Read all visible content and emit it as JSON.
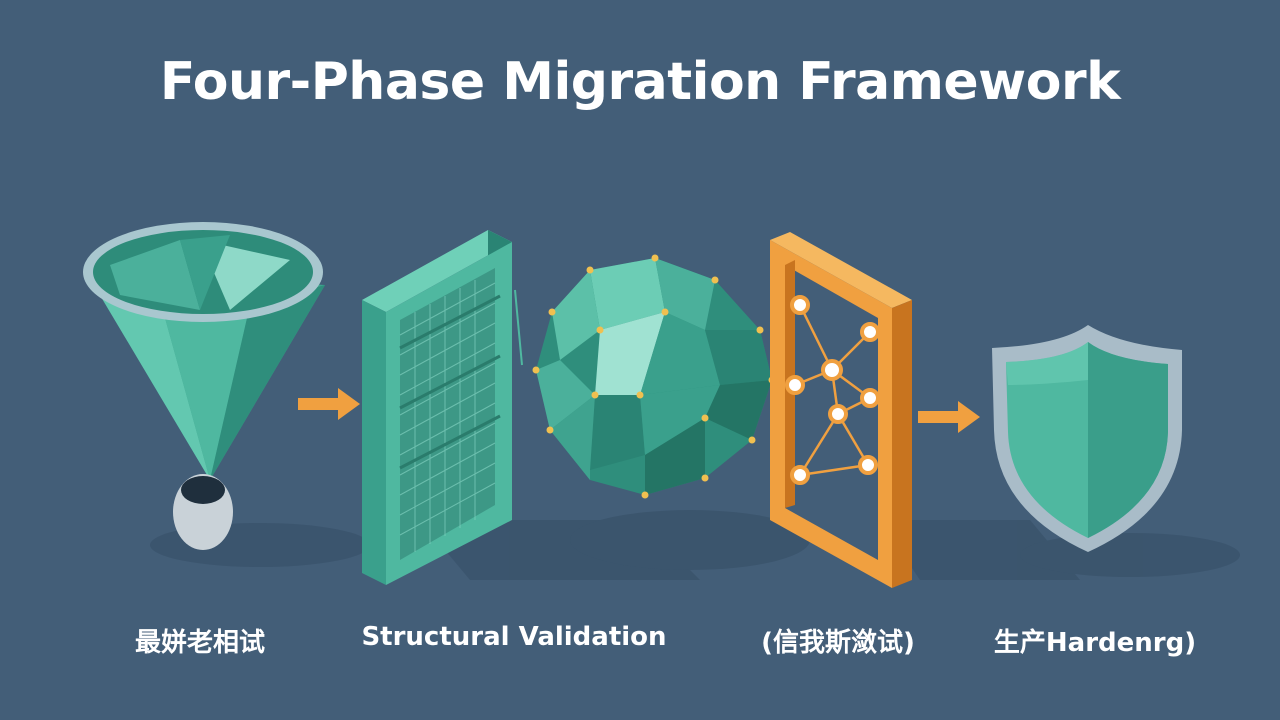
{
  "title": "Four-Phase Migration Framework",
  "phases": [
    {
      "label": "最姘老相试",
      "icon": "funnel-icon"
    },
    {
      "label": "Structural Validation",
      "icon": "mesh-panel-icon"
    },
    {
      "label": "(信我斯潋试)",
      "icon": "network-frame-icon"
    },
    {
      "label": "生产Hardenrg)",
      "icon": "shield-icon"
    }
  ],
  "extra_icon": "polyhedron-icon",
  "colors": {
    "background": "#435e78",
    "teal": "#4fb8a0",
    "orange": "#f0a040",
    "title": "#ffffff"
  }
}
